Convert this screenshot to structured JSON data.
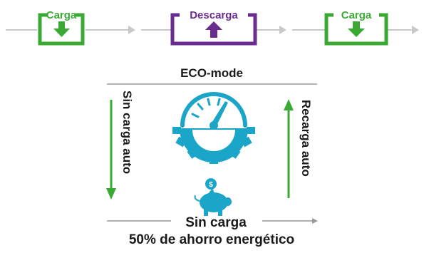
{
  "flow": {
    "stages": [
      {
        "label": "Carga",
        "direction": "down"
      },
      {
        "label": "Descarga",
        "direction": "up"
      },
      {
        "label": "Carga",
        "direction": "down"
      }
    ]
  },
  "eco": {
    "title": "ECO-mode",
    "left_label": "Sin carga auto",
    "right_label": "Recarga auto",
    "center_icon": "gauge-gear-icon",
    "bottom_icon": "piggy-bank-icon",
    "bottom_title": "Sin carga",
    "bottom_subtitle": "50% de ahorro energético"
  },
  "colors": {
    "charge": "#3aaa35",
    "discharge": "#6b2c91",
    "line": "#c8c8c8",
    "icon": "#1ba6c9",
    "text": "#1a1a1a"
  }
}
